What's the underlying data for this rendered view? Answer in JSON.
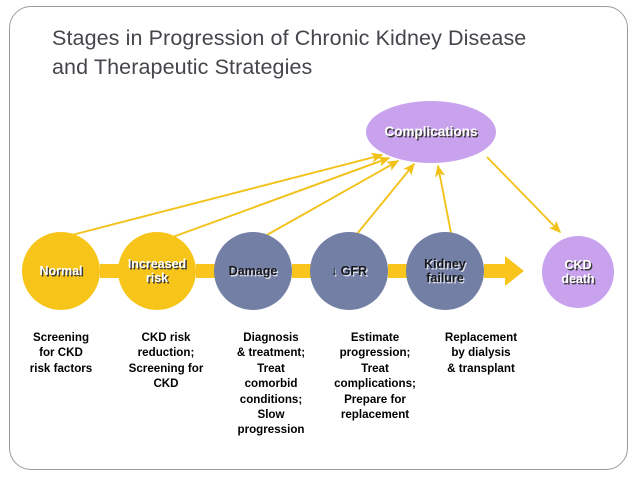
{
  "slide": {
    "title": "Stages in Progression of Chronic Kidney Disease\nand Therapeutic Strategies",
    "frame_color": "#9a9aa2",
    "title_color": "#44464b",
    "background": "#ffffff"
  },
  "colors": {
    "yellow": "#F7C51A",
    "slate": "#737FA5",
    "purple": "#C9A2EE",
    "arrow": "#F7C51A",
    "thin_arrow": "#F2C21A"
  },
  "complications": {
    "label": "Complications",
    "fill": "#C9A2EE",
    "text_color": "#ffffff"
  },
  "stages": [
    {
      "label": "Normal",
      "fill": "yellow",
      "text": "white",
      "caption": "Screening\nfor CKD\nrisk factors"
    },
    {
      "label": "Increased\nrisk",
      "fill": "yellow",
      "text": "white",
      "caption": "CKD risk\nreduction;\nScreening for\nCKD"
    },
    {
      "label": "Damage",
      "fill": "slate",
      "text": "dark",
      "caption": "Diagnosis\n& treatment;\nTreat\ncomorbid\nconditions;\nSlow\nprogression"
    },
    {
      "label": "↓ GFR",
      "fill": "slate",
      "text": "dark",
      "caption": "Estimate\nprogression;\nTreat\ncomplications;\nPrepare for\nreplacement"
    },
    {
      "label": "Kidney\nfailure",
      "fill": "slate",
      "text": "dark",
      "caption": "Replacement\nby dialysis\n& transplant"
    },
    {
      "label": "CKD\ndeath",
      "fill": "purple",
      "text": "white",
      "caption": ""
    }
  ]
}
